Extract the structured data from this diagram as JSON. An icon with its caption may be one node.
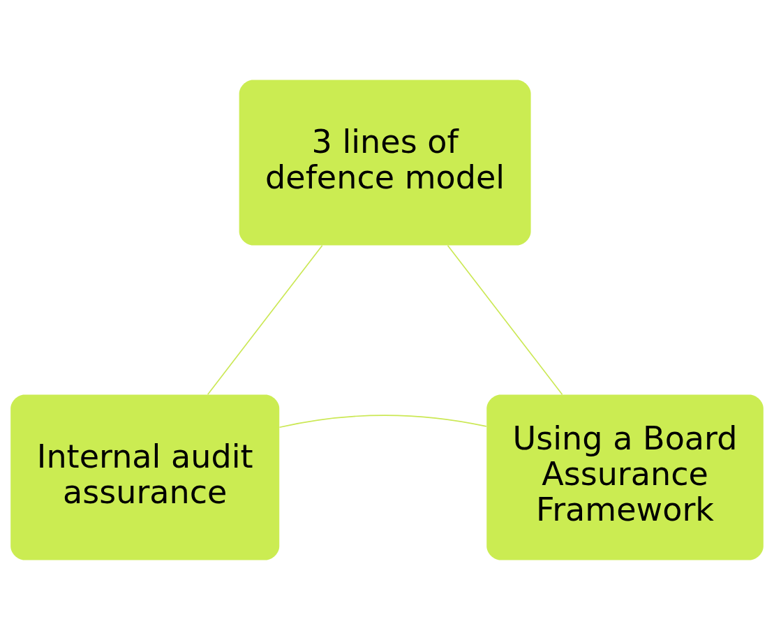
{
  "diagram": {
    "nodes": [
      {
        "text": [
          "3 lines of defence model"
        ]
      },
      {
        "text": [
          "Using a Board Assurance Framework"
        ]
      },
      {
        "text": [
          "Internal audit assurance"
        ]
      }
    ],
    "edges": [
      {
        "from": 0,
        "to": 2,
        "arrow": "none"
      },
      {
        "from": 2,
        "to": 1,
        "arrow": "none"
      },
      {
        "from": 1,
        "to": 0,
        "arrow": "none"
      }
    ]
  }
}
